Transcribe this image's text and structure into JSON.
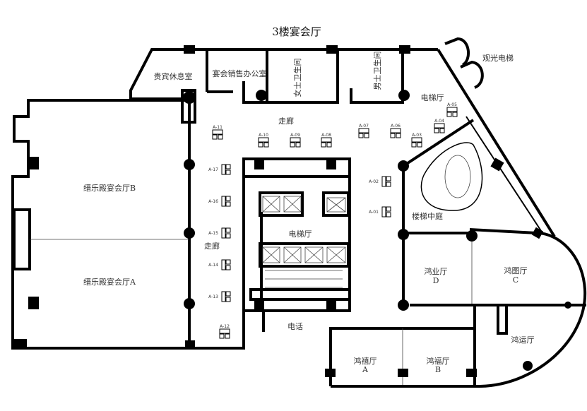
{
  "title": "3楼宴会厅",
  "rooms": {
    "vip_lounge": "贵宾休息室",
    "sales_office": "宴会销售办公室",
    "womens_restroom": "女士卫生间",
    "mens_restroom": "男士卫生间",
    "corridor_top": "走廊",
    "elevator_lobby_east": "电梯厅",
    "sightseeing_elevator": "观光电梯",
    "hall_b": "缙乐殿宴会厅B",
    "hall_a": "缙乐殿宴会厅A",
    "corridor_west": "走廊",
    "elevator_lobby_core": "电梯厅",
    "stair_atrium": "楼梯中庭",
    "hongye": "鸿业厅",
    "hongye_letter": "D",
    "hongtu": "鸿图厅",
    "hongtu_letter": "C",
    "phone": "电话",
    "hongyun": "鸿运厅",
    "hongxi": "鸿禧厅",
    "hongxi_letter": "A",
    "hongfu": "鸿福厅",
    "hongfu_letter": "B"
  },
  "booths": [
    "A-01",
    "A-02",
    "A-03",
    "A-04",
    "A-05",
    "A-06",
    "A-07",
    "A-08",
    "A-09",
    "A-10",
    "A-11",
    "A-12",
    "A-13",
    "A-14",
    "A-15",
    "A-16",
    "A-17"
  ]
}
